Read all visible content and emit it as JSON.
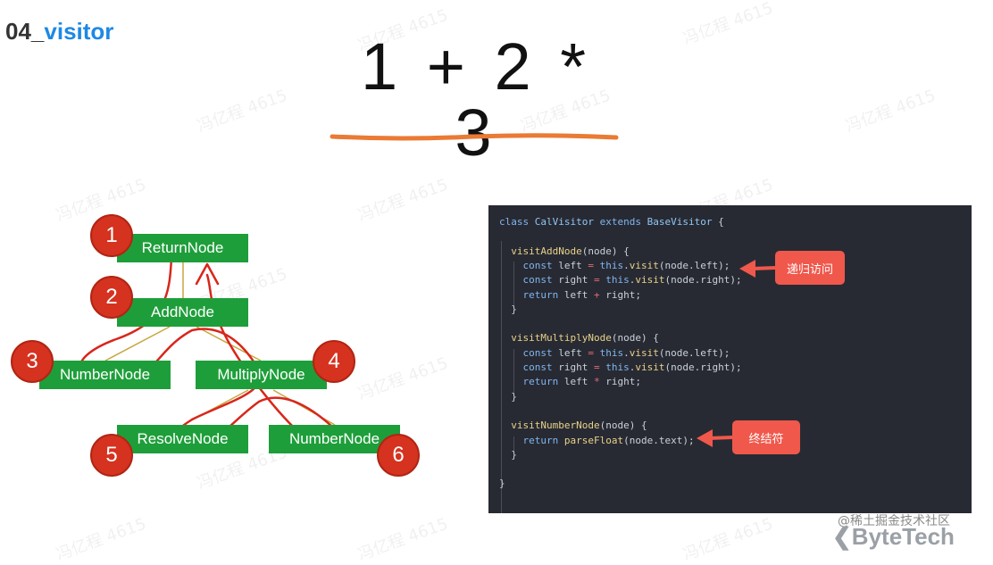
{
  "heading": {
    "number": "04_",
    "word": "visitor"
  },
  "expression": "1 + 2 * 3",
  "colors": {
    "node_green": "#1e9e3a",
    "badge_red": "#d5321f",
    "path_red": "#d8261b",
    "edge": "#c9a641",
    "underline": "#ea7a34",
    "callout": "#f0584c",
    "code_bg": "#282a33"
  },
  "tree": {
    "nodes": [
      {
        "id": "return",
        "label": "ReturnNode"
      },
      {
        "id": "add",
        "label": "AddNode"
      },
      {
        "id": "num_left",
        "label": "NumberNode"
      },
      {
        "id": "mul",
        "label": "MultiplyNode"
      },
      {
        "id": "resolve",
        "label": "ResolveNode"
      },
      {
        "id": "num_right",
        "label": "NumberNode"
      }
    ],
    "badges": [
      "1",
      "2",
      "3",
      "4",
      "5",
      "6"
    ]
  },
  "code": {
    "lines": [
      "class CalVisitor extends BaseVisitor {",
      "",
      "  visitAddNode(node) {",
      "    const left = this.visit(node.left);",
      "    const right = this.visit(node.right);",
      "    return left + right;",
      "  }",
      "",
      "  visitMultiplyNode(node) {",
      "    const left = this.visit(node.left);",
      "    const right = this.visit(node.right);",
      "    return left * right;",
      "  }",
      "",
      "  visitNumberNode(node) {",
      "    return parseFloat(node.text);",
      "  }",
      "",
      "}"
    ],
    "callouts": {
      "recursive": "递归访问",
      "terminal": "终结符"
    }
  },
  "watermark": "冯亿程 4615",
  "branding": {
    "community": "@稀土掘金技术社区",
    "logo": "ByteTech"
  }
}
